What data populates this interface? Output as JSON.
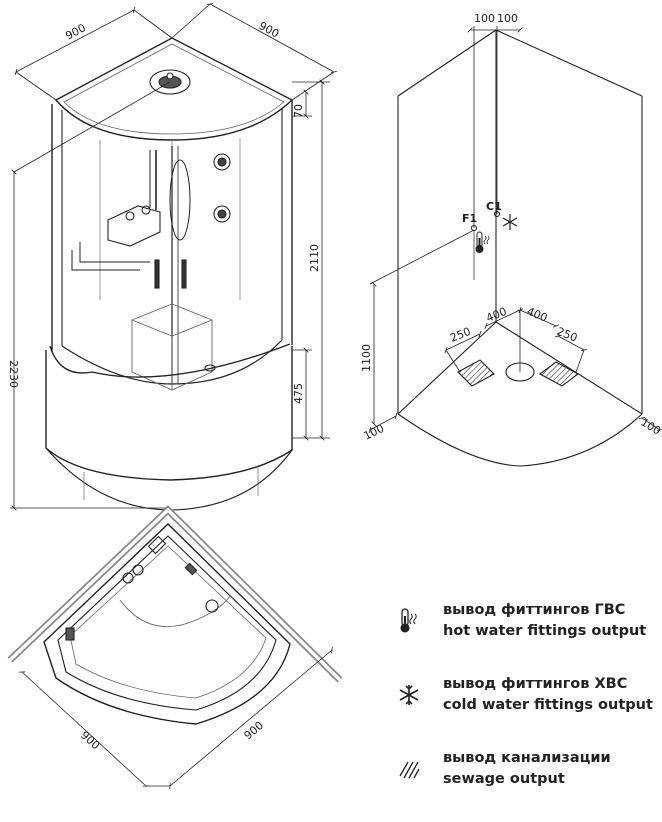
{
  "dimensions": {
    "top_width_left": "900",
    "top_width_right": "900",
    "total_height": "2230",
    "cabin_height": "2110",
    "roof_height": "70",
    "tray_height": "475",
    "plan_width_left": "900",
    "plan_width_right": "900",
    "wall_offset_1": "100",
    "wall_offset_2": "100",
    "drain_offset_left": "400",
    "drain_offset_right": "400",
    "sewage_width_left": "250",
    "sewage_width_right": "250",
    "fitting_height": "1100",
    "floor_offset_left": "100",
    "floor_offset_right": "100"
  },
  "fittings": {
    "hot_label": "F1",
    "cold_label": "C1"
  },
  "legend": [
    {
      "icon": "thermometer-icon",
      "ru": "вывод фиттингов ГВС",
      "en": "hot water fittings output"
    },
    {
      "icon": "snowflake-icon",
      "ru": "вывод фиттингов ХВС",
      "en": "cold water fittings output"
    },
    {
      "icon": "hatch-icon",
      "ru": "вывод канализации",
      "en": "sewage output"
    }
  ]
}
